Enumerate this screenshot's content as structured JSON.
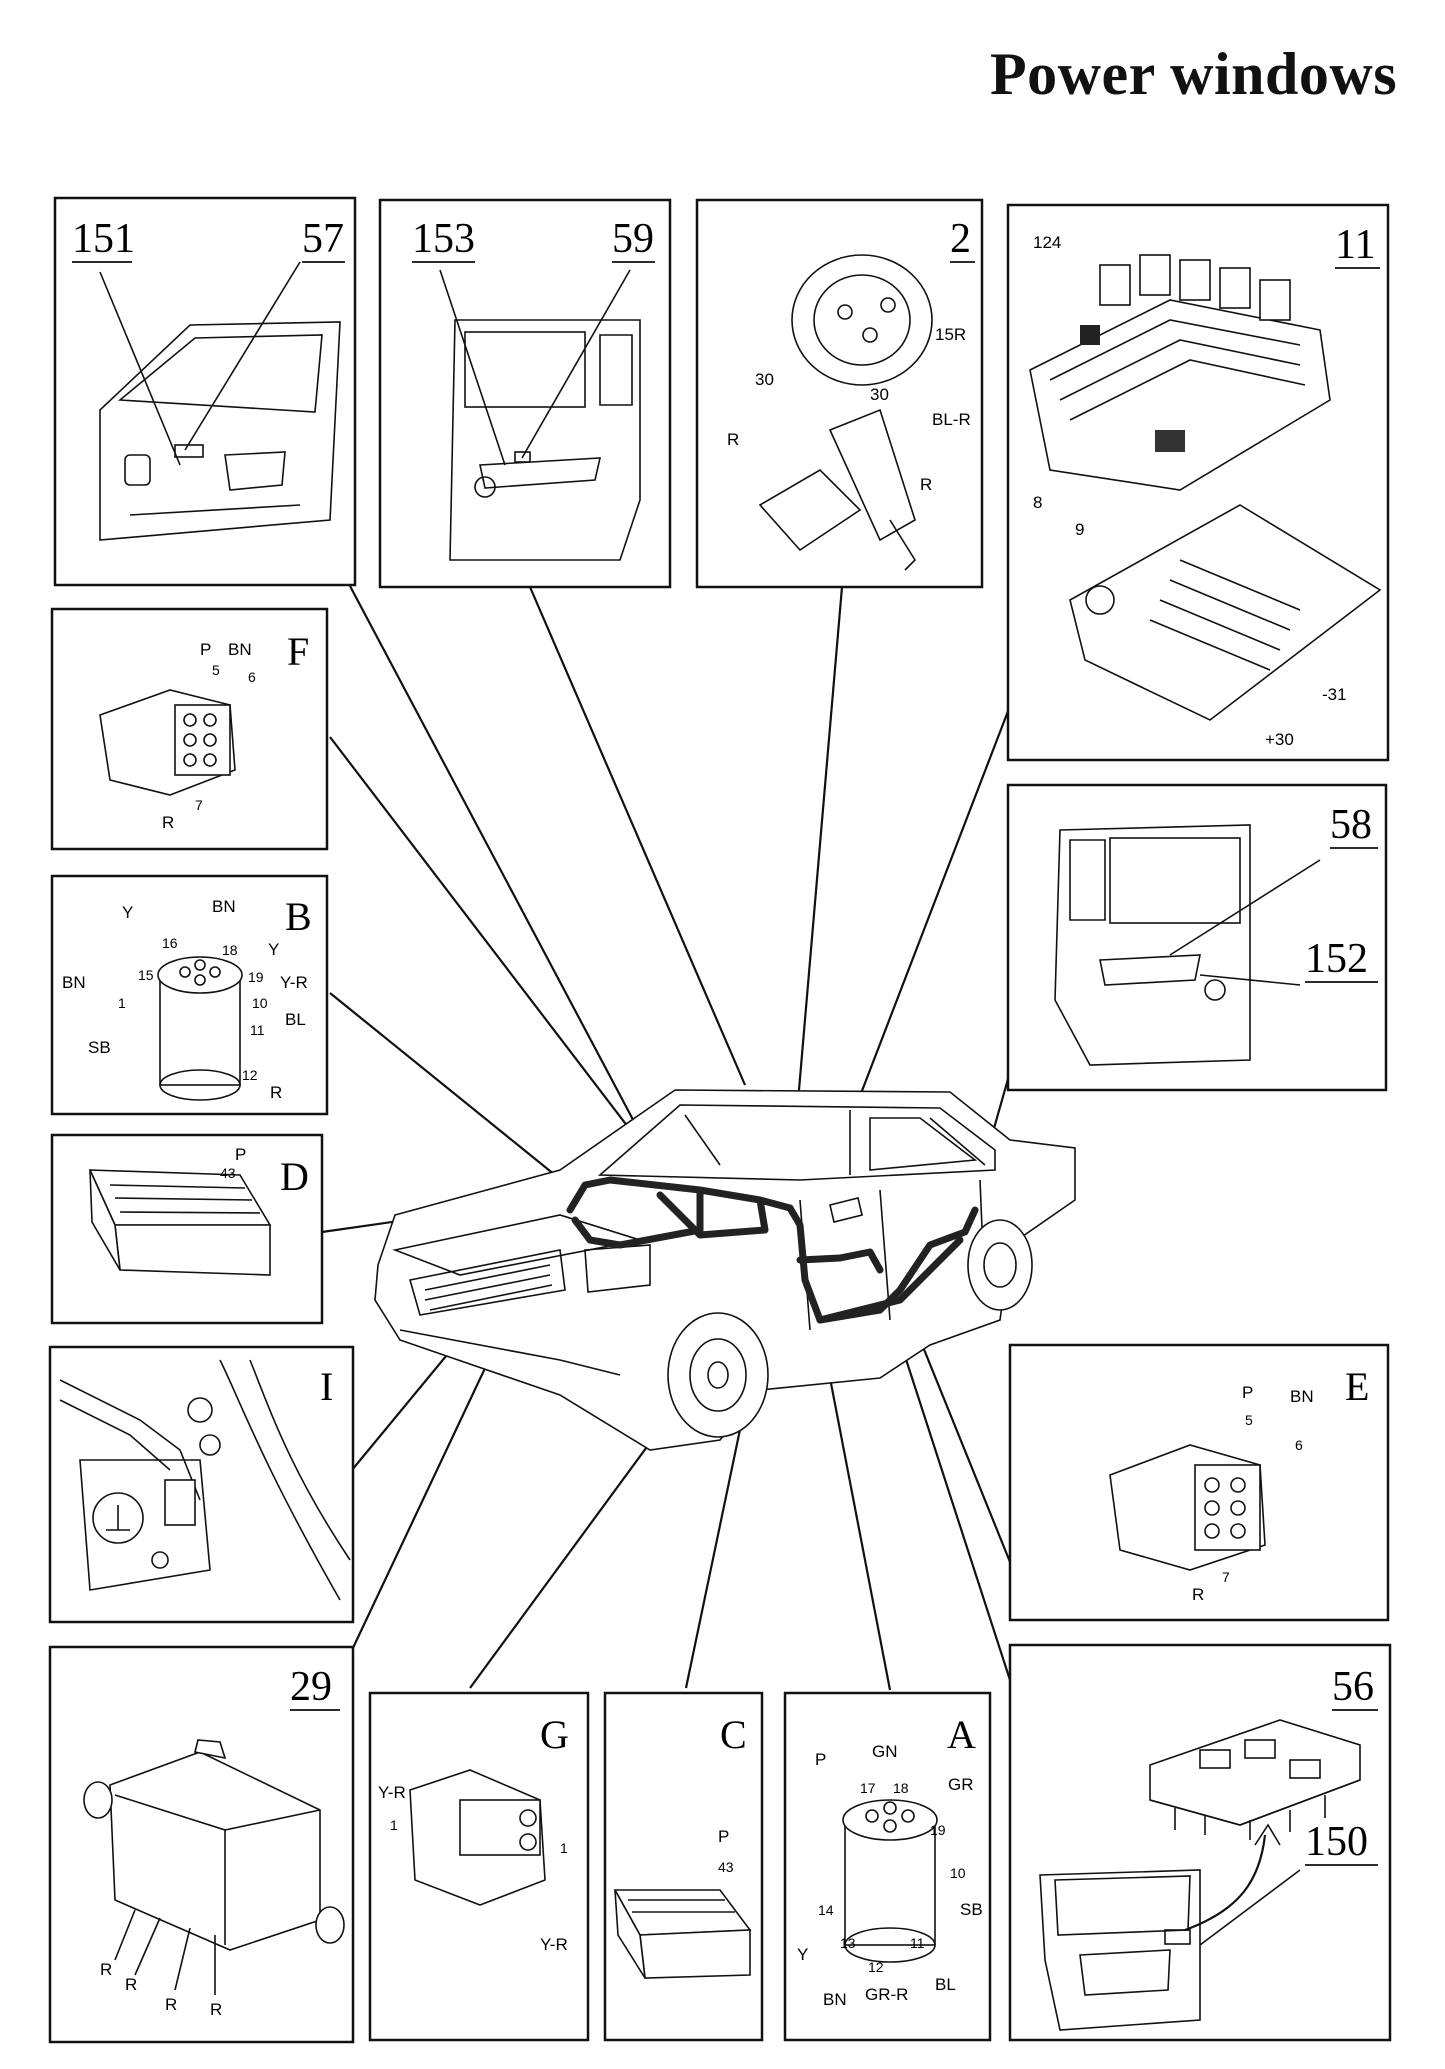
{
  "title": "Power windows",
  "panels": {
    "p151_57": {
      "left": "151",
      "right": "57"
    },
    "p153_59": {
      "left": "153",
      "right": "59"
    },
    "p2": {
      "num": "2",
      "labels": [
        "15R",
        "30",
        "30",
        "R",
        "BL-R",
        "R"
      ]
    },
    "p11": {
      "num": "11",
      "labels": [
        "124",
        "8",
        "9",
        "-31",
        "+30"
      ]
    },
    "pF": {
      "letter": "F",
      "labels": [
        "P",
        "BN",
        "5",
        "6",
        "7",
        "R"
      ]
    },
    "pB": {
      "letter": "B",
      "labels": [
        "Y",
        "BN",
        "16",
        "18",
        "Y",
        "BN",
        "15",
        "19",
        "Y-R",
        "1",
        "10",
        "BL",
        "SB",
        "11",
        "12",
        "R"
      ]
    },
    "pD": {
      "letter": "D",
      "labels": [
        "P",
        "43"
      ]
    },
    "p58_152": {
      "top": "58",
      "bottom": "152"
    },
    "pI": {
      "letter": "I"
    },
    "pE": {
      "letter": "E",
      "labels": [
        "P",
        "BN",
        "5",
        "6",
        "7",
        "R"
      ]
    },
    "p29": {
      "num": "29",
      "labels": [
        "R",
        "R",
        "R",
        "R"
      ]
    },
    "pG": {
      "letter": "G",
      "labels": [
        "Y-R",
        "1",
        "1",
        "Y-R"
      ]
    },
    "pC": {
      "letter": "C",
      "labels": [
        "P",
        "43"
      ]
    },
    "pA": {
      "letter": "A",
      "labels": [
        "P",
        "GN",
        "17",
        "18",
        "GR",
        "19",
        "10",
        "SB",
        "14",
        "Y",
        "13",
        "12",
        "11",
        "BL",
        "BN",
        "GR-R"
      ]
    },
    "p56_150": {
      "top": "56",
      "bottom": "150"
    }
  }
}
